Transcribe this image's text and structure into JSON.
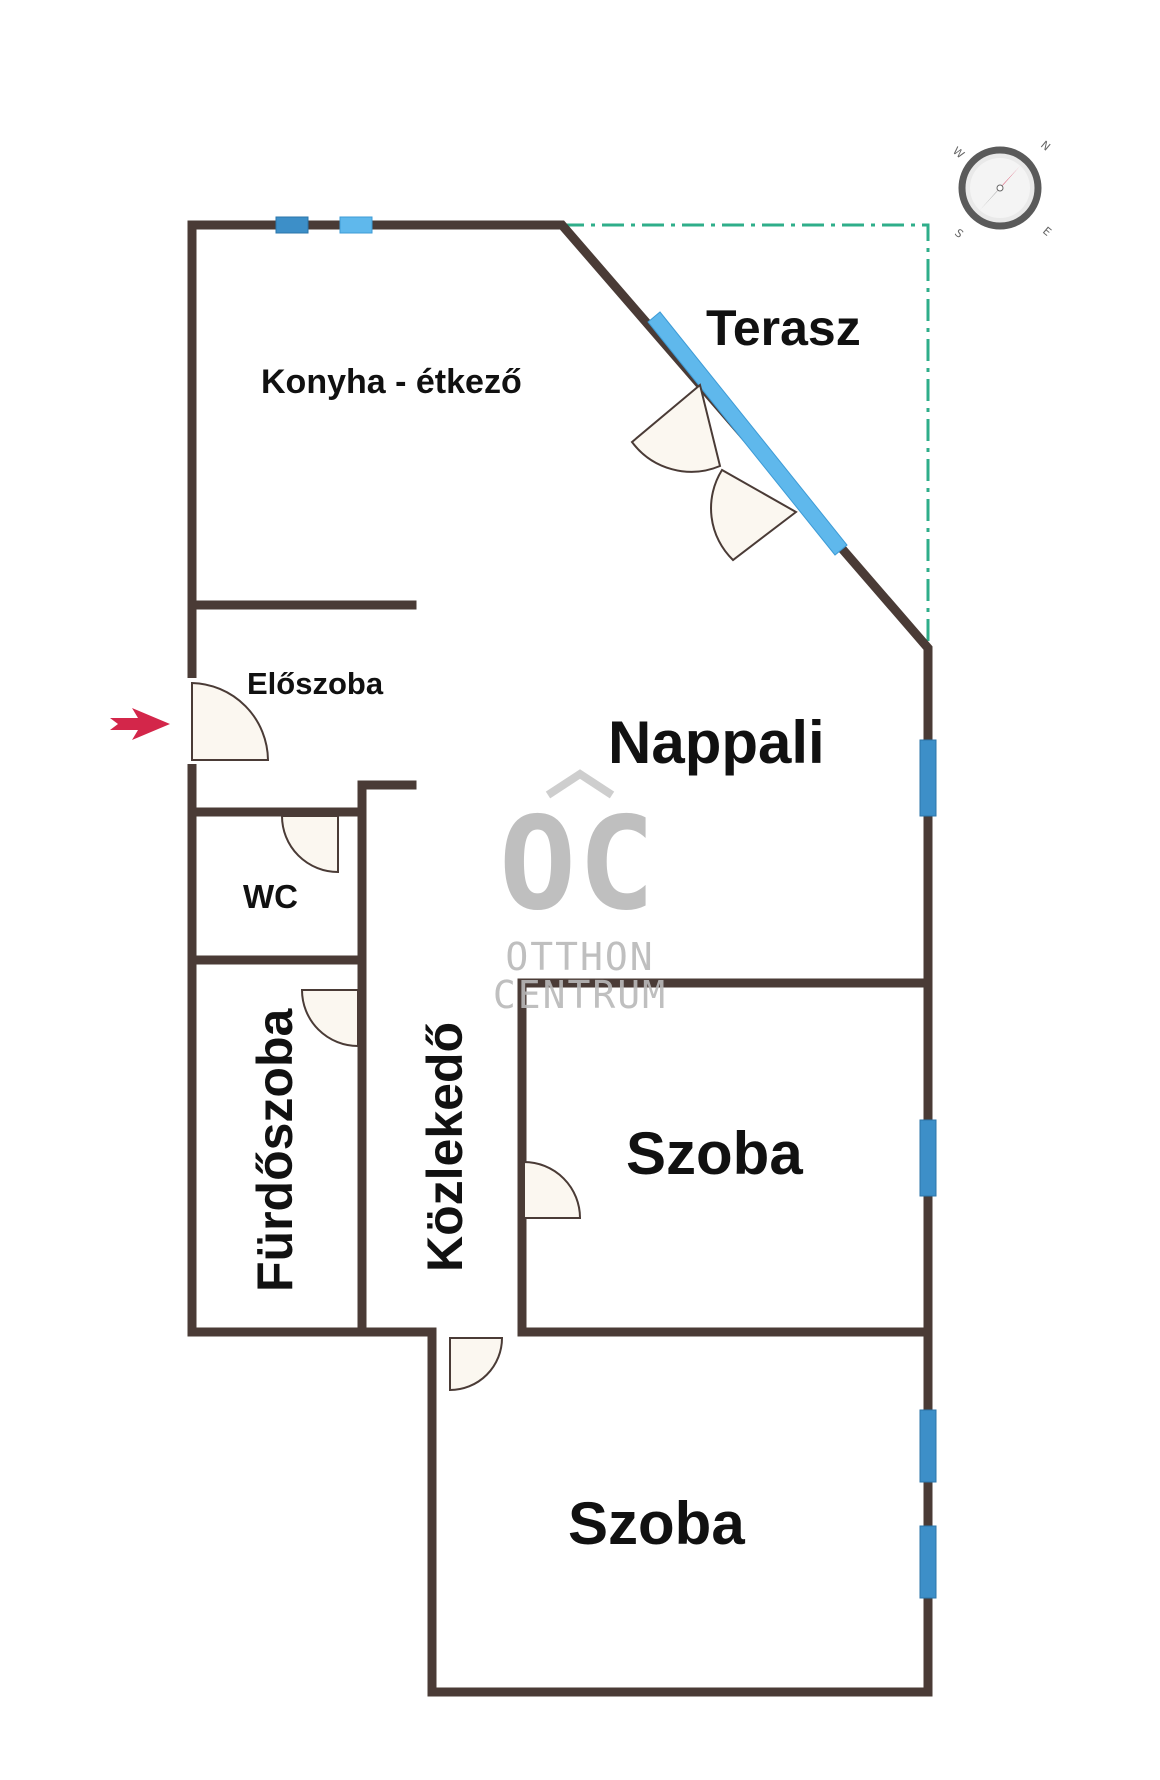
{
  "rooms": {
    "konyha": "Konyha - étkező",
    "terasz": "Terasz",
    "eloszoba": "Előszoba",
    "nappali": "Nappali",
    "wc": "WC",
    "furdoszoba": "Fürdőszoba",
    "kozlekedo": "Közlekedő",
    "szoba_1": "Szoba",
    "szoba_2": "Szoba"
  },
  "watermark": {
    "logo": "OC",
    "line1": "OTTHON",
    "line2": "CENTRUM"
  },
  "compass": {
    "n": "N",
    "e": "E",
    "s": "S",
    "w": "W"
  },
  "colors": {
    "wall": "#4a3b36",
    "window": "#5fb8ec",
    "terrace_outline": "#2fae8a",
    "entrance_arrow": "#d3264a"
  }
}
